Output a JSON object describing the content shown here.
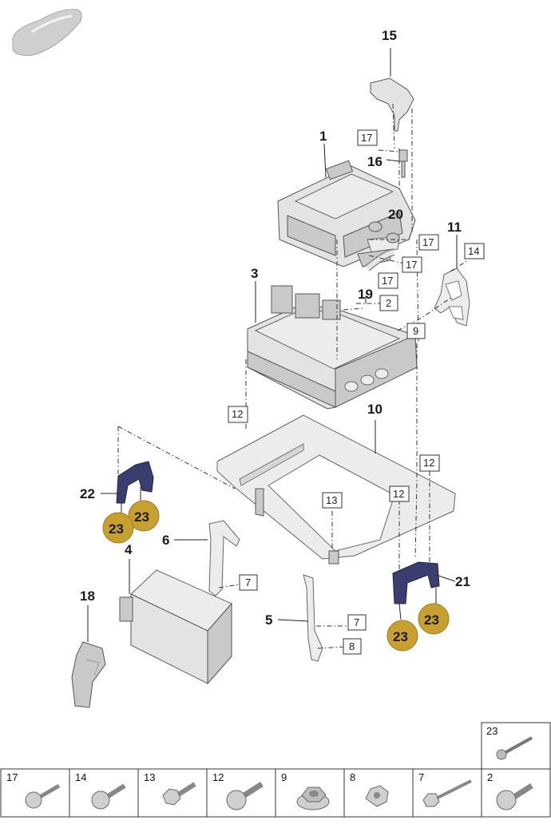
{
  "callouts": {
    "c1": "1",
    "c2": "2",
    "c3": "3",
    "c4": "4",
    "c5": "5",
    "c6": "6",
    "c7a": "7",
    "c7b": "7",
    "c8": "8",
    "c9": "9",
    "c10": "10",
    "c11": "11",
    "c12a": "12",
    "c12b": "12",
    "c12c": "12",
    "c13": "13",
    "c14": "14",
    "c15": "15",
    "c16": "16",
    "c17a": "17",
    "c17b": "17",
    "c17c": "17",
    "c17d": "17",
    "c18": "18",
    "c19": "19",
    "c20": "20",
    "c21": "21",
    "c22": "22",
    "c23a": "23",
    "c23b": "23",
    "c23c": "23",
    "c23d": "23"
  },
  "fastener_table": {
    "top": "23",
    "cells": [
      "17",
      "14",
      "13",
      "12",
      "9",
      "8",
      "7",
      "2"
    ]
  },
  "colors": {
    "badge": "#c8a031",
    "bracket": "#3a3e6e",
    "part": "#e3e3e3"
  }
}
